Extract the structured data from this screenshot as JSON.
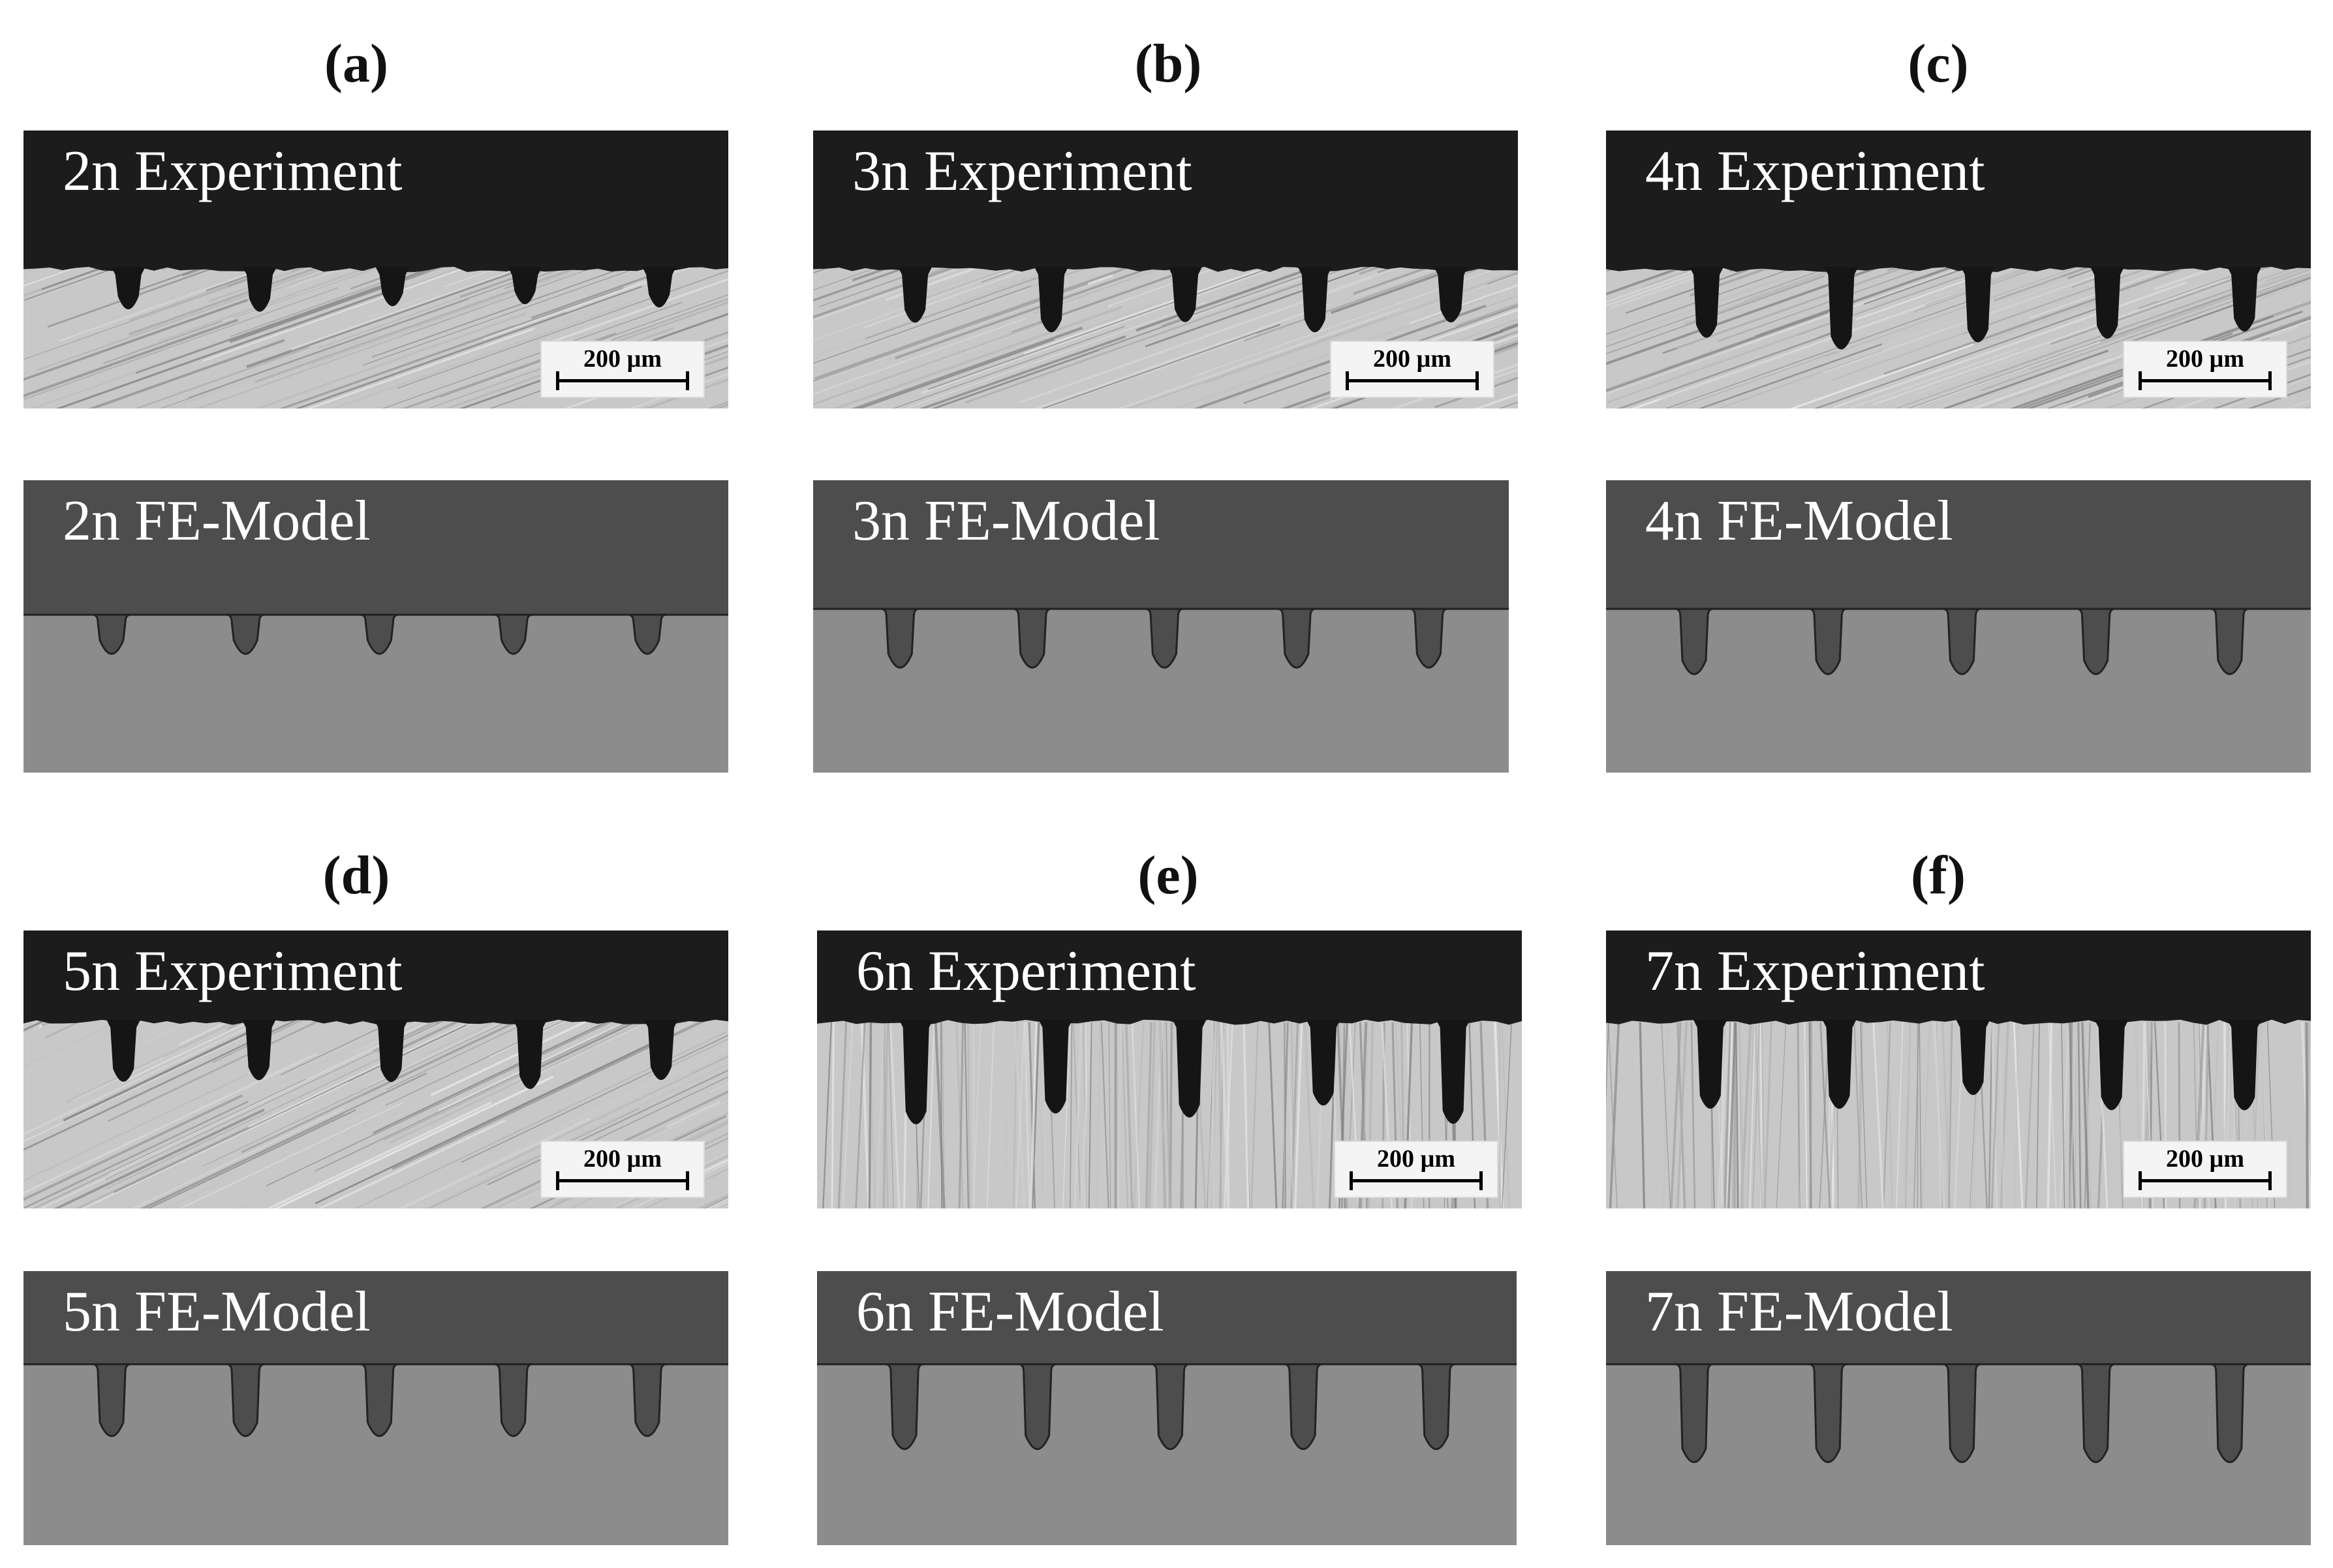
{
  "figure_labels": [
    "(a)",
    "(b)",
    "(c)",
    "(d)",
    "(e)",
    "(f)"
  ],
  "scalebar_text": "200 µm",
  "panels": [
    {
      "experiment_title": "2n Experiment",
      "model_title": "2n FE-Model"
    },
    {
      "experiment_title": "3n Experiment",
      "model_title": "3n FE-Model"
    },
    {
      "experiment_title": "4n Experiment",
      "model_title": "4n FE-Model"
    },
    {
      "experiment_title": "5n Experiment",
      "model_title": "5n FE-Model"
    },
    {
      "experiment_title": "6n Experiment",
      "model_title": "6n FE-Model"
    },
    {
      "experiment_title": "7n Experiment",
      "model_title": "7n FE-Model"
    }
  ],
  "colors": {
    "model_top": "#4d4d4d",
    "model_bottom": "#8c8c8c",
    "groove": "#4d4d4d",
    "experiment_dark": "#1c1c1c",
    "experiment_metal": "#c8c8c8"
  }
}
